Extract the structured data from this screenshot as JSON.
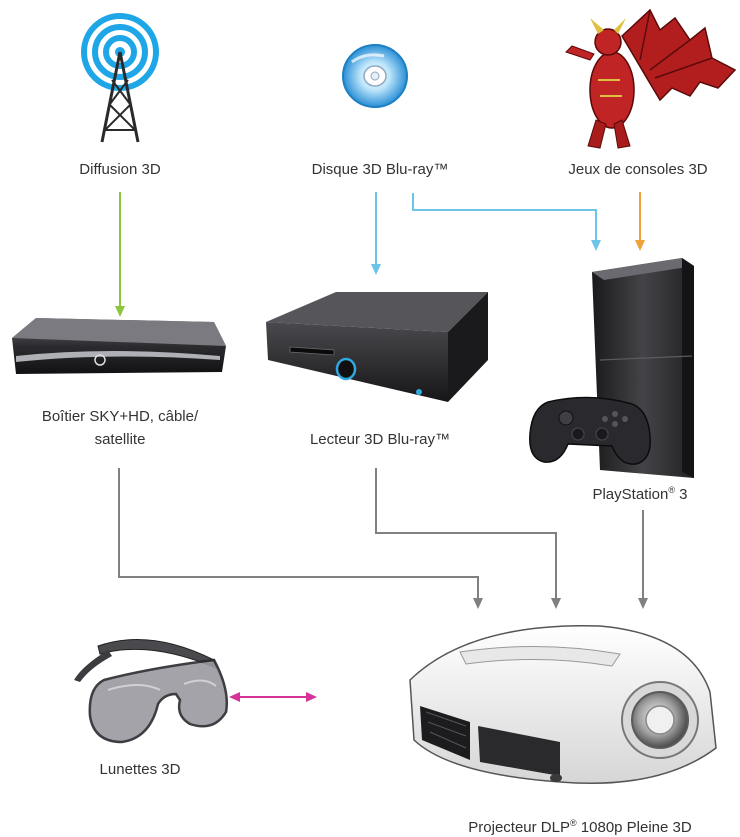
{
  "labels": {
    "broadcast": "Diffusion 3D",
    "bluray_disc": "Disque 3D Blu-ray™",
    "console_games": "Jeux de consoles 3D",
    "settop_line1": "Boîtier SKY+HD, câble/",
    "settop_line2": "satellite",
    "bluray_player": "Lecteur 3D Blu-ray™",
    "ps3_name": "PlayStation",
    "ps3_reg": "®",
    "ps3_num": " 3",
    "glasses": "Lunettes 3D",
    "proj_a": "Projecteur DLP",
    "proj_reg": "®",
    "proj_b": " 1080p Pleine 3D"
  },
  "colors": {
    "green": "#8cc63f",
    "blue": "#6cc5e8",
    "orange": "#f0a23a",
    "gray": "#808080",
    "magenta": "#d6339a"
  },
  "icons": [
    "antenna-icon",
    "disc-icon",
    "dragon-icon",
    "settop-box-icon",
    "bluray-player-icon",
    "ps3-icon",
    "gamepad-icon",
    "glasses-icon",
    "projector-icon"
  ]
}
